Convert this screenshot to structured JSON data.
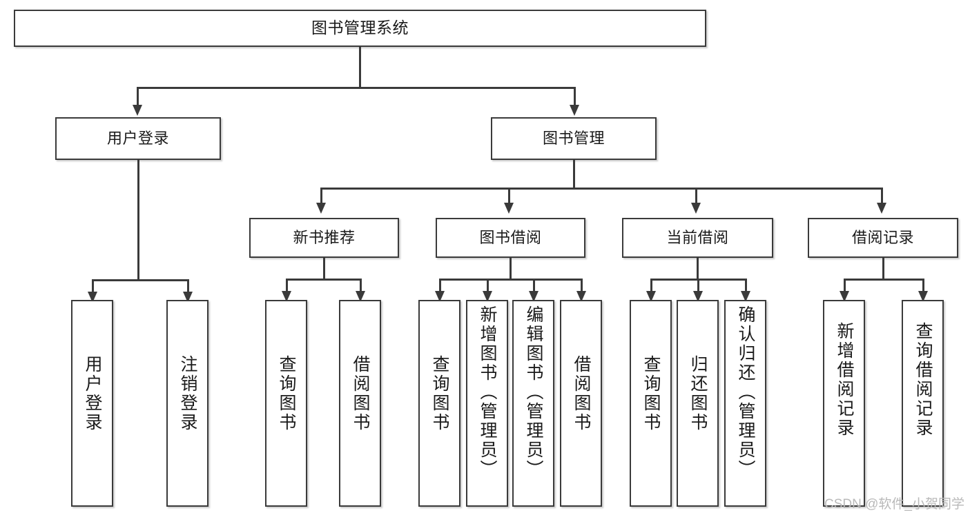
{
  "diagram": {
    "type": "tree-hierarchy",
    "title": "图书管理系统",
    "orientation": "top-down",
    "colors": {
      "stroke": "#3a3a3a",
      "fill": "#ffffff",
      "text": "#1a1a1a",
      "watermark": "#b9b9b9"
    }
  },
  "root": {
    "label": "图书管理系统"
  },
  "level2": [
    {
      "label": "用户登录"
    },
    {
      "label": "图书管理"
    }
  ],
  "level3": [
    {
      "label": "新书推荐"
    },
    {
      "label": "图书借阅"
    },
    {
      "label": "当前借阅"
    },
    {
      "label": "借阅记录"
    }
  ],
  "leaves": {
    "user_login": [
      {
        "label": "用户登录"
      },
      {
        "label": "注销登录"
      }
    ],
    "new_book_recommend": [
      {
        "label": "查询图书"
      },
      {
        "label": "借阅图书"
      }
    ],
    "book_borrow": [
      {
        "label": "查询图书"
      },
      {
        "label": "新增图书（管理员）"
      },
      {
        "label": "编辑图书（管理员）"
      },
      {
        "label": "借阅图书"
      }
    ],
    "current_borrow": [
      {
        "label": "查询图书"
      },
      {
        "label": "归还图书"
      },
      {
        "label": "确认归还（管理员）"
      }
    ],
    "borrow_record": [
      {
        "label": "新增借阅记录"
      },
      {
        "label": "查询借阅记录"
      }
    ]
  },
  "watermark": {
    "text": "CSDN @软件_小贺同学"
  }
}
